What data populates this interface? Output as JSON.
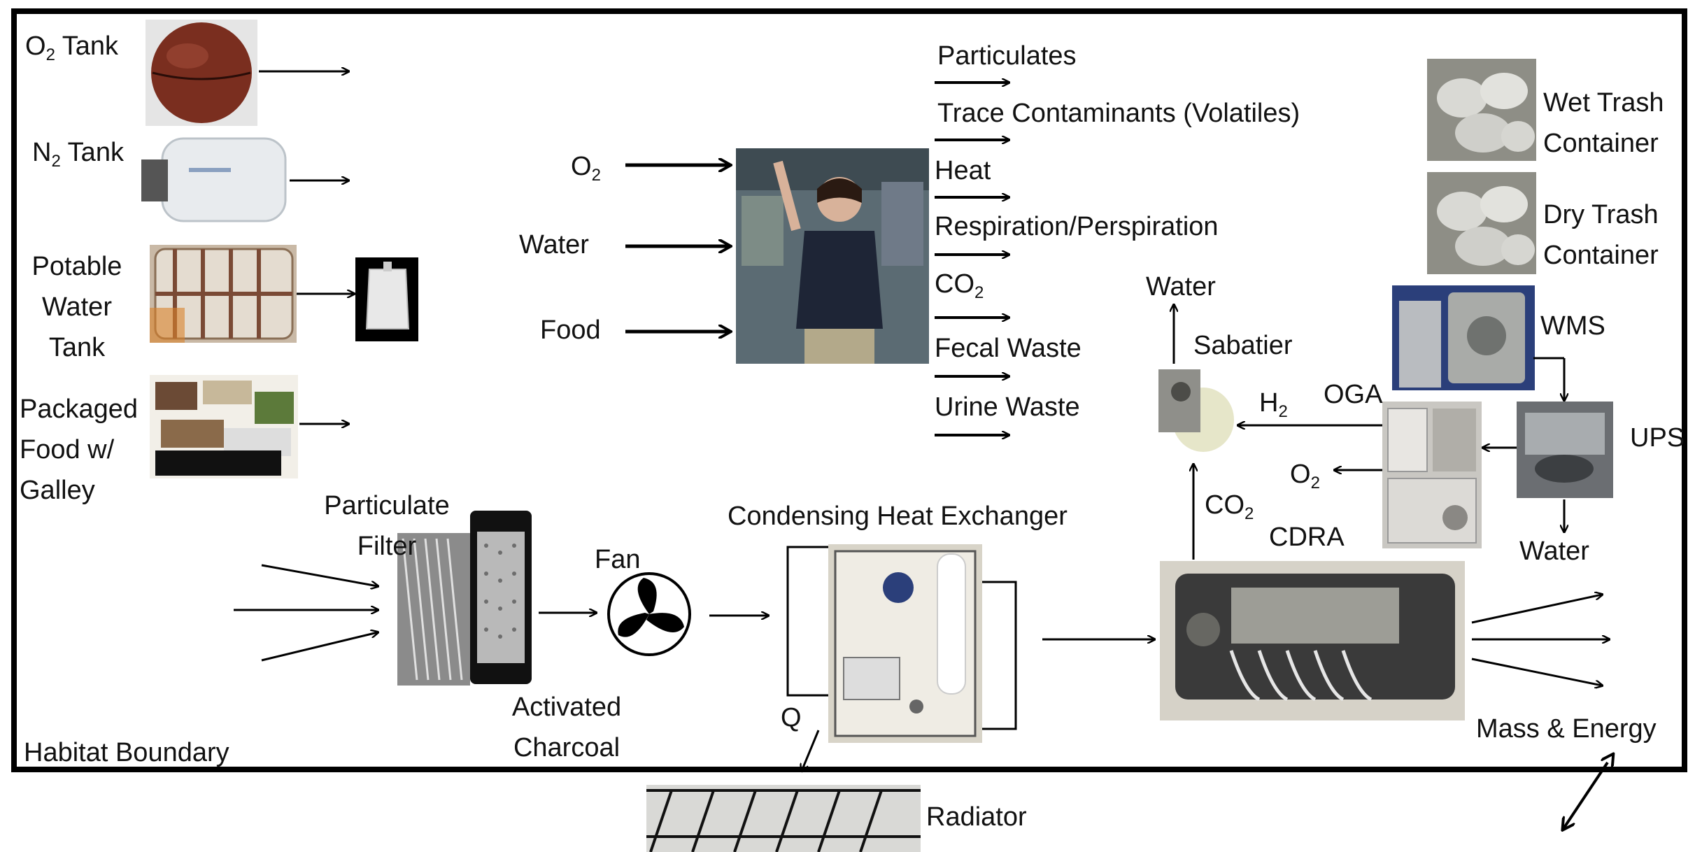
{
  "labels": {
    "o2_tank_main": "O",
    "o2_tank_sub": "2",
    "o2_tank_rest": " Tank",
    "n2_tank_main": "N",
    "n2_tank_sub": "2",
    "n2_tank_rest": " Tank",
    "potable_water_tank": [
      "Potable",
      "Water",
      "Tank"
    ],
    "packaged_food": [
      "Packaged",
      "Food w/",
      "Galley"
    ],
    "input_o2_main": "O",
    "input_o2_sub": "2",
    "input_water": "Water",
    "input_food": "Food",
    "out_particulates": "Particulates",
    "out_trace": "Trace Contaminants (Volatiles)",
    "out_heat": "Heat",
    "out_respiration": "Respiration/Perspiration",
    "out_co2_main": "CO",
    "out_co2_sub": "2",
    "out_fecal": "Fecal Waste",
    "out_urine": "Urine Waste",
    "wet_trash": [
      "Wet Trash",
      "Container"
    ],
    "dry_trash": [
      "Dry Trash",
      "Container"
    ],
    "wms": "WMS",
    "ups": "UPS",
    "ups_water": "Water",
    "sabatier": "Sabatier",
    "sabatier_water": "Water",
    "h2_main": "H",
    "h2_sub": "2",
    "oga": "OGA",
    "oga_o2_main": "O",
    "oga_o2_sub": "2",
    "cdra_co2_main": "CO",
    "cdra_co2_sub": "2",
    "cdra": "CDRA",
    "particulate_filter": [
      "Particulate",
      "Filter"
    ],
    "activated_charcoal": [
      "Activated",
      "Charcoal"
    ],
    "fan": "Fan",
    "chx": "Condensing Heat Exchanger",
    "q": "Q",
    "radiator": "Radiator",
    "habitat_boundary": "Habitat Boundary",
    "mass_energy": "Mass & Energy"
  },
  "colors": {
    "boundary": "#000000",
    "arrow": "#000000",
    "tank_o2": "#7a2e1f",
    "tank_n2": "#e8ebee",
    "tank_water": "#c9b9a6",
    "food": "#6b4a35",
    "trash": "#c8c8c4",
    "hardware": "#9a9a92",
    "cdra_body": "#3a3a3a",
    "radiator": "#d9d9d6",
    "astronaut_bg": "#5b6b73"
  }
}
